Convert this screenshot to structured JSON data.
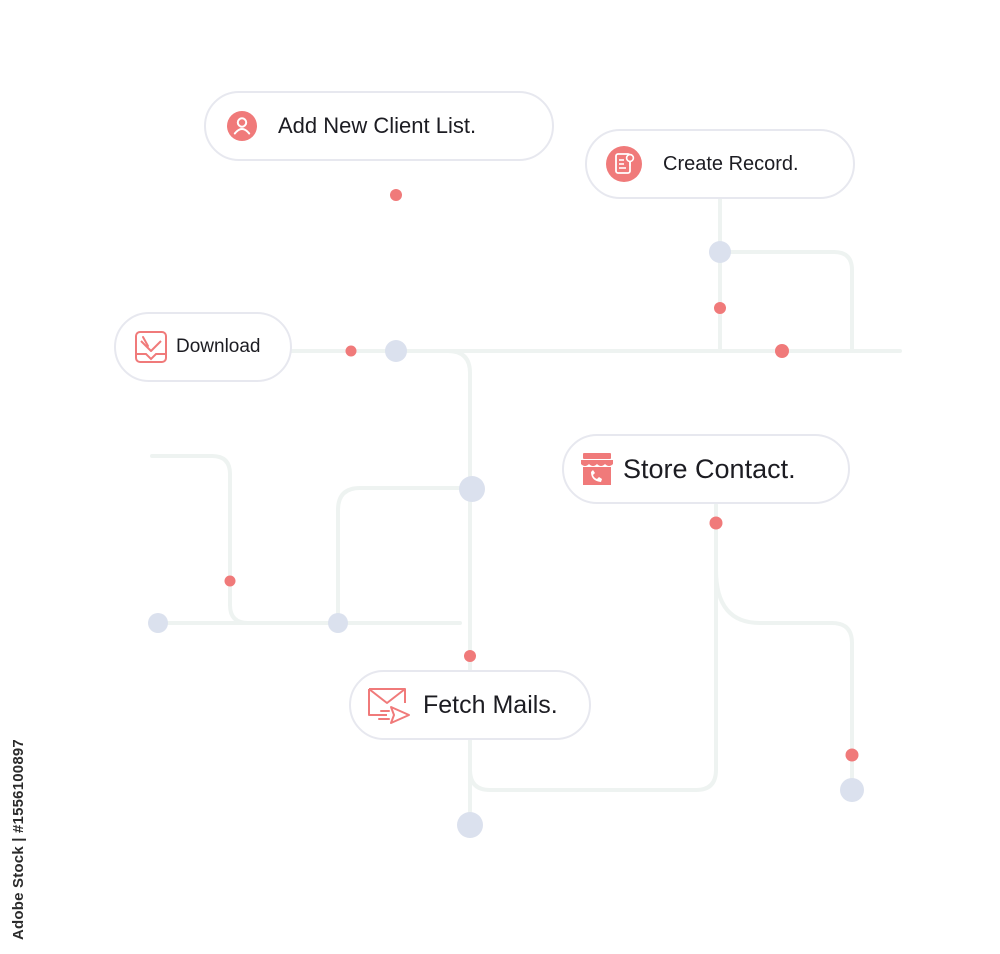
{
  "nodes": {
    "add_client": "Add New Client List.",
    "create_record": "Create Record.",
    "download": "Download",
    "store_contact": "Store Contact.",
    "fetch_mails": "Fetch Mails."
  },
  "watermark": "Adobe Stock | #1556100897",
  "colors": {
    "accent": "#f07a7a",
    "connector": "#eef3f1",
    "junction": "#dbe1ee",
    "border": "#e7e8ef"
  }
}
